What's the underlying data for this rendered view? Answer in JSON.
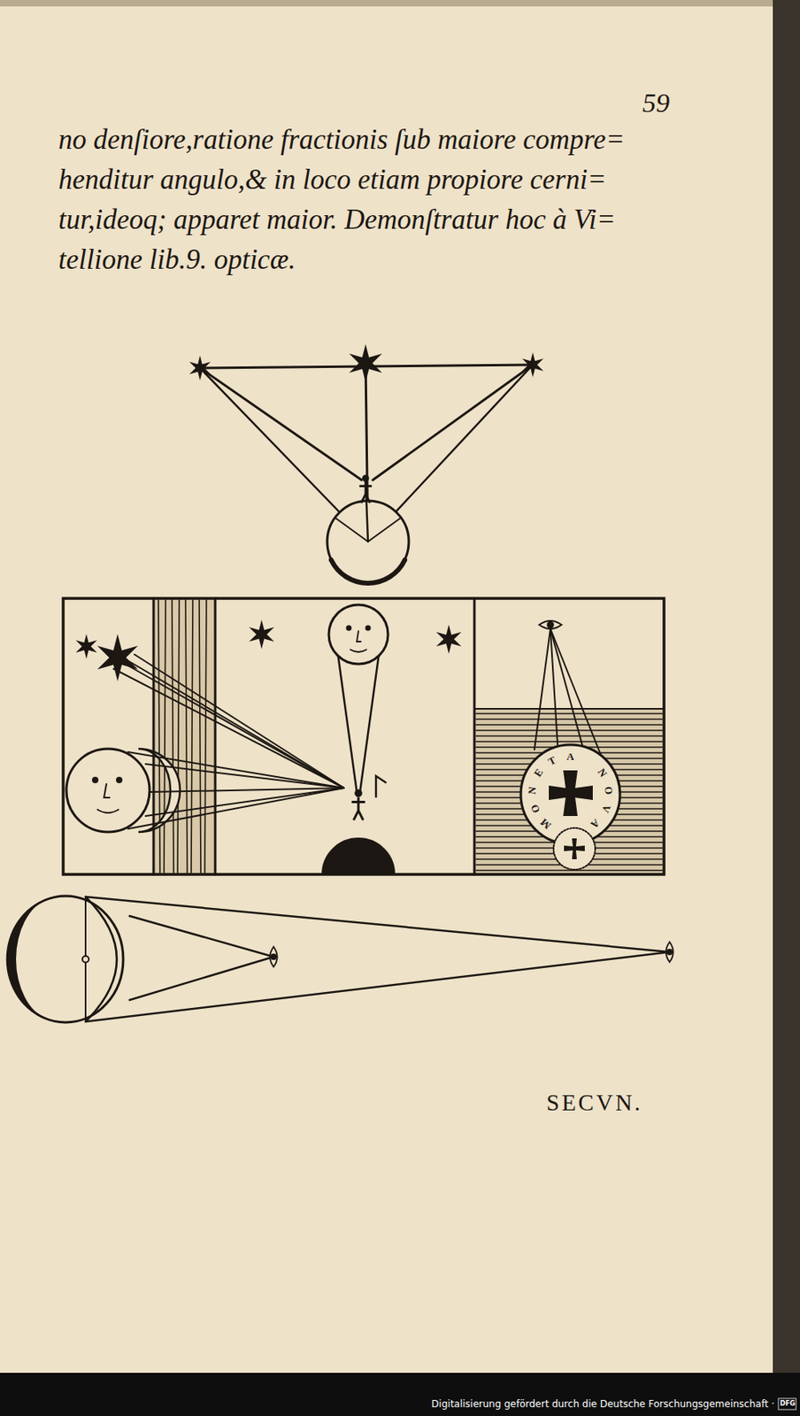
{
  "diagram": {
    "labels": [
      "59",
      "no denſiore,ratione fractionis ſub maiore compre=",
      "henditur angulo,& in loco etiam propiore cerni=",
      "tur,ideoq; apparet maior. Demonſtratur hoc à Vi=",
      "tellione lib.9. opticæ.",
      "MONETA NOVA",
      "SECVN.",
      "Digitalisierung gefördert durch die Deutsche Forschungsgemeinschaft ·",
      "DFG"
    ]
  }
}
